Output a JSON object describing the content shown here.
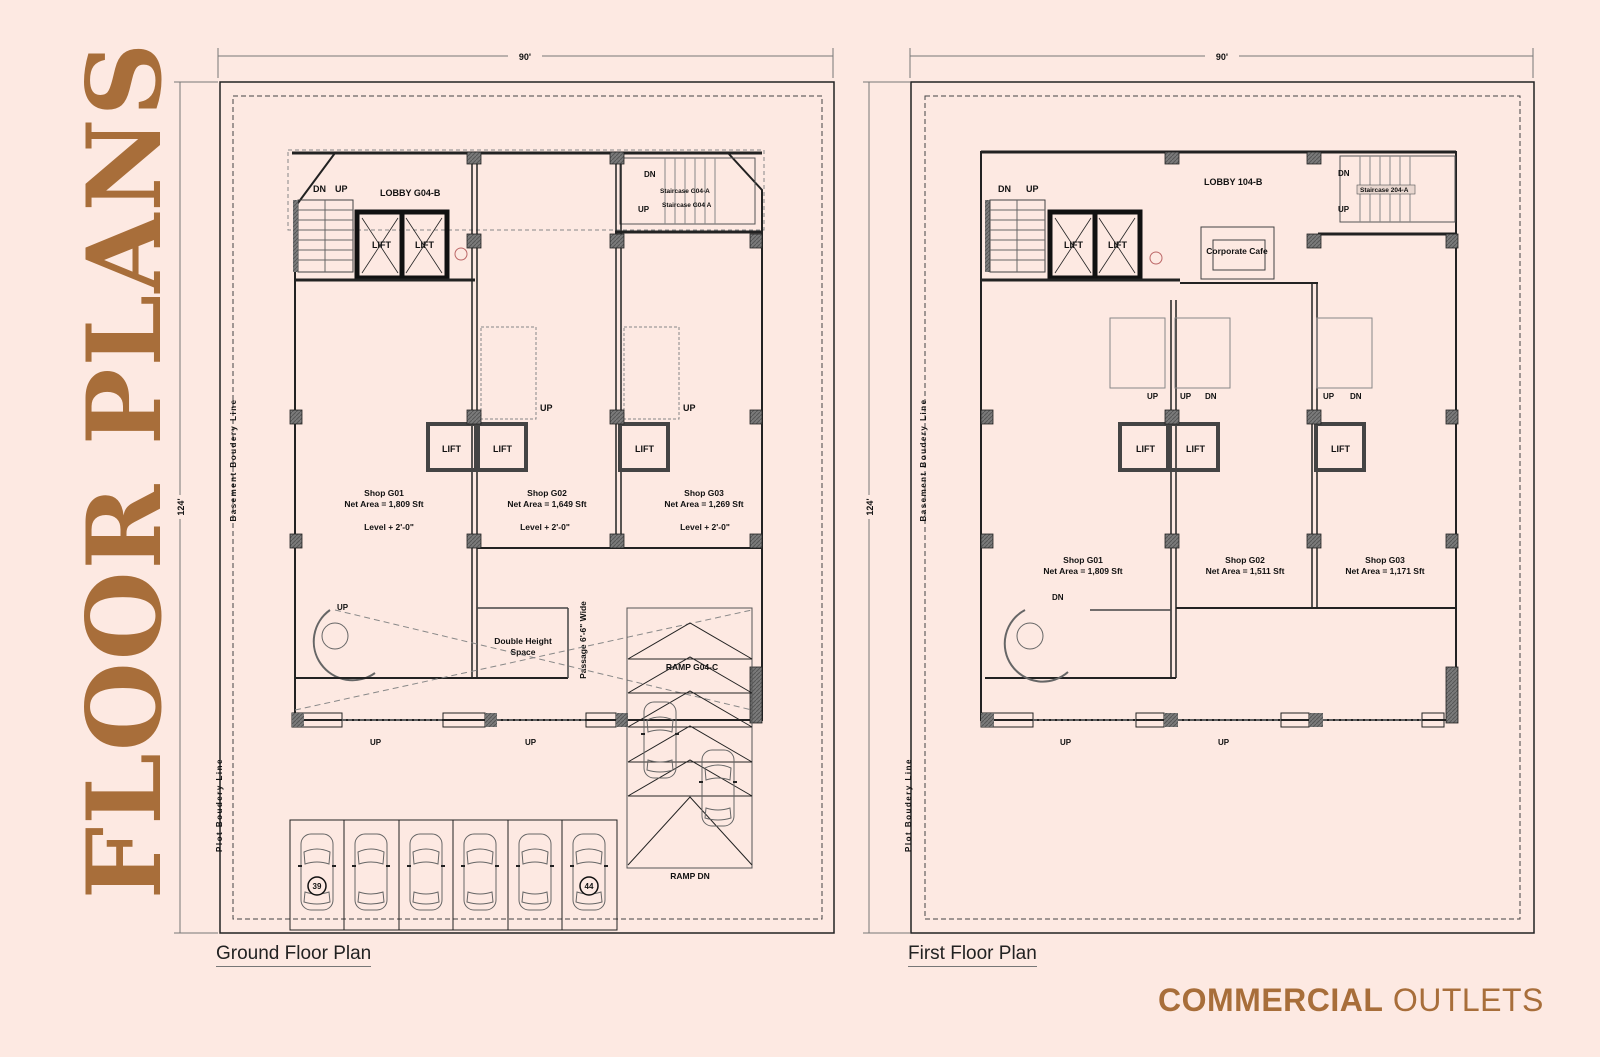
{
  "page": {
    "vertical_title": "FLOOR PLANS",
    "brand": {
      "bold": "COMMERCIAL",
      "light": "OUTLETS"
    },
    "colors": {
      "background": "#fde9e2",
      "accent": "#a86e3a",
      "line": "#222222",
      "column": "#6b6b6b"
    }
  },
  "plans": [
    {
      "caption": "Ground Floor Plan",
      "width_dim": "90'",
      "height_dim": "124'",
      "plot_line": "Plot Boudery Line",
      "basement_line": "Basement Boudery Line",
      "lobby": "LOBBY G04-B",
      "staircase_labels": [
        "Staircase G04-A",
        "Staircase G04 A"
      ],
      "lift_label": "LIFT",
      "arrow_up": "UP",
      "arrow_dn": "DN",
      "shops": [
        {
          "name": "Shop G01",
          "area": "Net Area = 1,809 Sft",
          "level": "Level + 2'-0\""
        },
        {
          "name": "Shop G02",
          "area": "Net Area = 1,649 Sft",
          "level": "Level + 2'-0\""
        },
        {
          "name": "Shop G03",
          "area": "Net Area = 1,269 Sft",
          "level": "Level + 2'-0\""
        }
      ],
      "double_height": [
        "Double Height",
        "Space"
      ],
      "passage": "Passage 6'-6\" Wide",
      "ramp_top": "RAMP G04-C",
      "ramp_bottom": "RAMP DN",
      "parking_numbers": [
        "39",
        "44"
      ]
    },
    {
      "caption": "First Floor Plan",
      "width_dim": "90'",
      "height_dim": "124'",
      "plot_line": "Plot Boudery Line",
      "basement_line": "Basement Boudery Line",
      "lobby": "LOBBY 104-B",
      "staircase_labels": [
        "Staircase 204-A"
      ],
      "cafe": "Corporate Cafe",
      "lift_label": "LIFT",
      "arrow_up": "UP",
      "arrow_dn": "DN",
      "shops": [
        {
          "name": "Shop G01",
          "area": "Net Area = 1,809 Sft"
        },
        {
          "name": "Shop G02",
          "area": "Net Area = 1,511 Sft"
        },
        {
          "name": "Shop G03",
          "area": "Net Area = 1,171 Sft"
        }
      ]
    }
  ]
}
